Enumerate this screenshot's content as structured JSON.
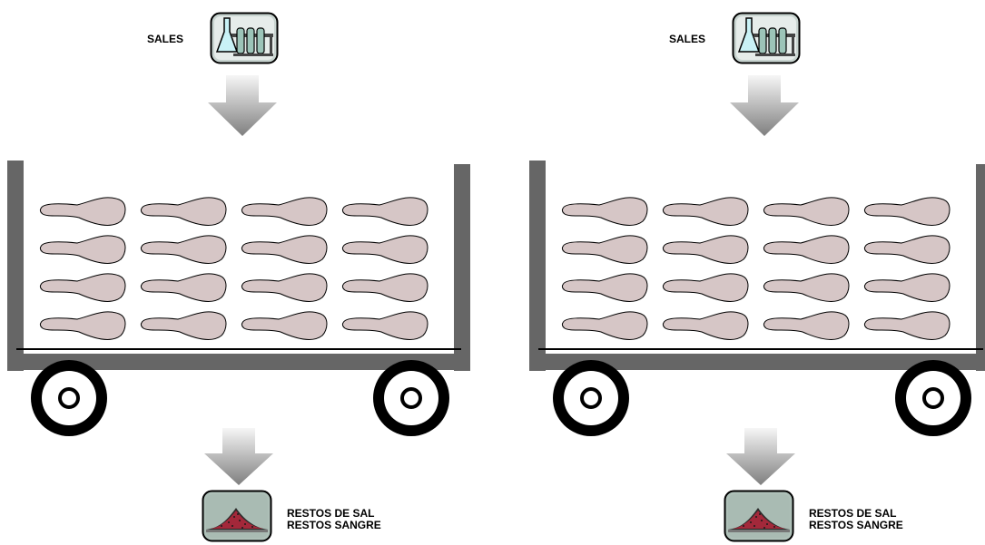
{
  "units": [
    {
      "id": "left",
      "input_label": "SALES",
      "output_lines": [
        "RESTOS DE SAL",
        "RESTOS SANGRE"
      ]
    },
    {
      "id": "right",
      "input_label": "SALES",
      "output_lines": [
        "RESTOS DE SAL",
        "RESTOS SANGRE"
      ]
    }
  ],
  "colors": {
    "cart_frame": "#666666",
    "ham_fill": "#d6c6c6",
    "icon_bg": "#b8c8c0",
    "arrow_light": "#f4f4f4",
    "arrow_dark": "#8a8a8a",
    "wheel": "#000000",
    "salt_pile": "#b8283a"
  },
  "icons": {
    "input": "lab-flask-icon",
    "output": "salt-pile-icon",
    "item": "ham-icon"
  },
  "hams_per_row": 4,
  "ham_rows": 4
}
